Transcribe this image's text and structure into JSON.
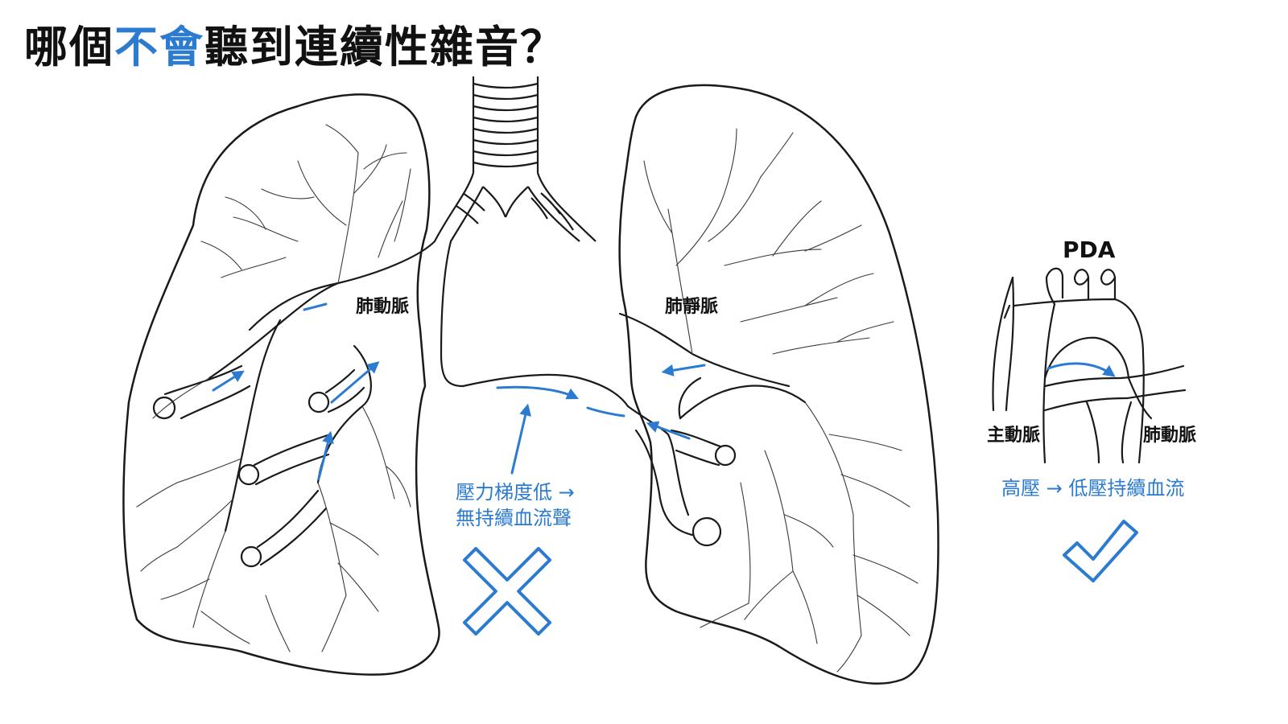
{
  "title": {
    "part1": "哪個",
    "accent": "不會",
    "part2": "聽到連續性雜音？"
  },
  "colors": {
    "accent": "#2b7bd0",
    "ink": "#1a1a1a"
  },
  "lung_diagram": {
    "label_pulmonary_artery": "肺動脈",
    "label_pulmonary_vein": "肺靜脈",
    "note_line1": "壓力梯度低 →",
    "note_line2": "無持續血流聲",
    "verdict_icon": "cross-icon"
  },
  "pda_diagram": {
    "title": "PDA",
    "label_aorta": "主動脈",
    "label_pulmonary_artery": "肺動脈",
    "note": "高壓 → 低壓持續血流",
    "verdict_icon": "check-icon"
  }
}
